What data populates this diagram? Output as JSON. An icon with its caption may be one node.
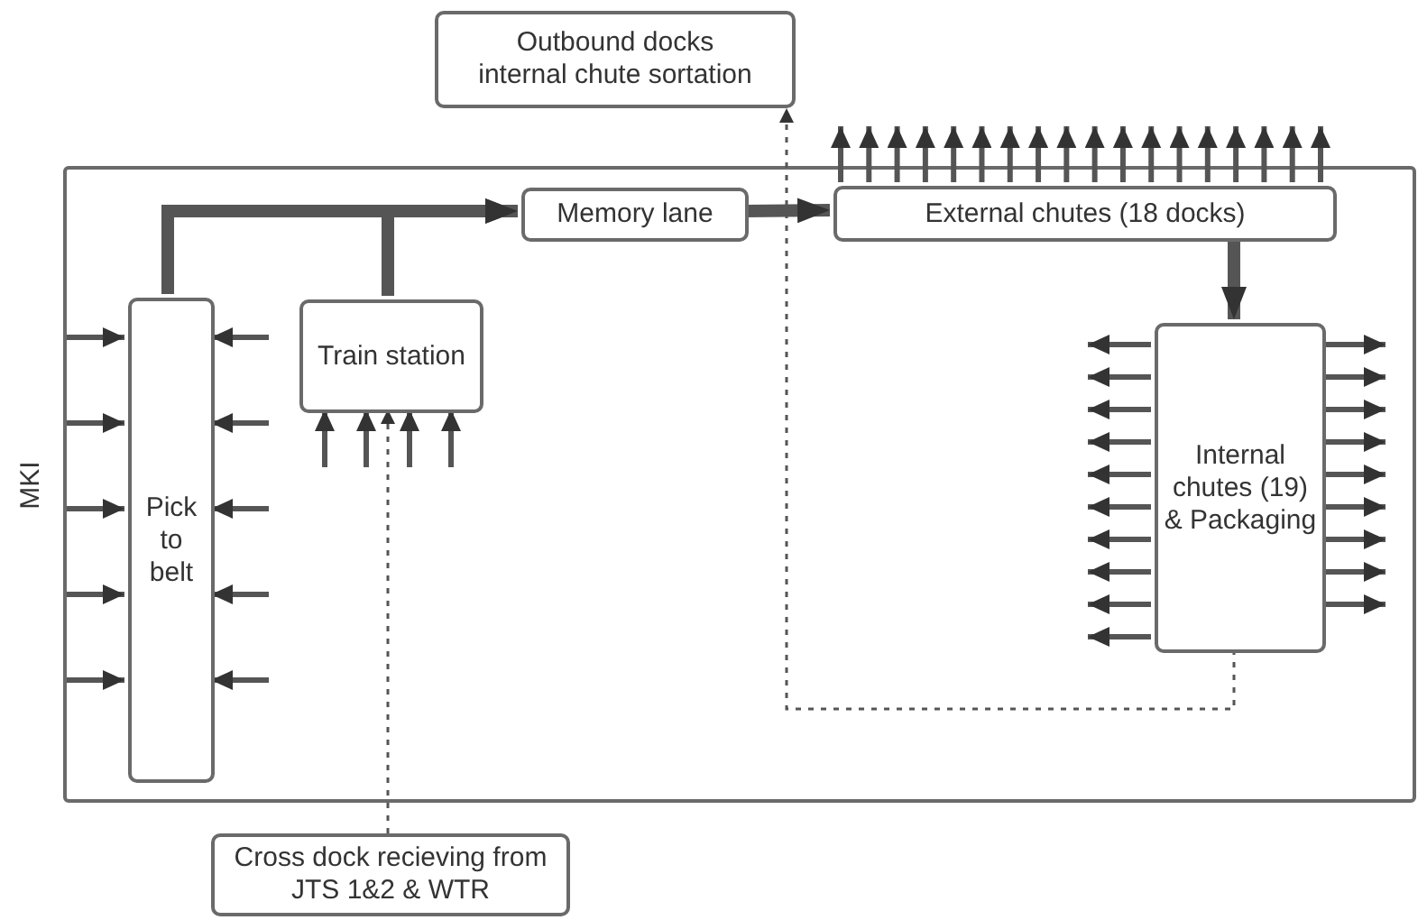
{
  "diagram": {
    "nodes": [
      {
        "text": [
          "MKI"
        ]
      },
      {
        "text": [
          "Memory lane"
        ],
        "in": 0
      },
      {
        "text": [
          "External chutes (18 docks)"
        ],
        "in": 0
      },
      {
        "text": [
          "Pick to belt"
        ],
        "in": 0
      },
      {
        "text": [
          "Train station"
        ],
        "in": 0
      },
      {
        "text": [
          "Internal chutes (19) & Packaging"
        ],
        "in": 0
      },
      {
        "text": [
          "Outbound docks internal chute sortation"
        ]
      },
      {
        "text": [
          "Cross dock recieving from JTS 1&2 & WTR"
        ]
      }
    ],
    "edges": [
      {
        "from": 3,
        "to": 1,
        "arrow": "to",
        "style": "thick"
      },
      {
        "from": 4,
        "to": 1,
        "arrow": "to",
        "style": "thick"
      },
      {
        "from": 1,
        "to": 2,
        "arrow": "to",
        "style": "thick"
      },
      {
        "from": 2,
        "to": 5,
        "arrow": "to",
        "style": "thick"
      },
      {
        "from": 7,
        "to": 4,
        "arrow": "to",
        "style": "dashed"
      },
      {
        "from": 5,
        "to": 6,
        "arrow": "to",
        "style": "dashed"
      },
      {
        "from": 2,
        "to": null,
        "arrow": "to"
      },
      {
        "from": 2,
        "to": null,
        "arrow": "to"
      },
      {
        "from": 2,
        "to": null,
        "arrow": "to"
      },
      {
        "from": 2,
        "to": null,
        "arrow": "to"
      },
      {
        "from": 2,
        "to": null,
        "arrow": "to"
      },
      {
        "from": 2,
        "to": null,
        "arrow": "to"
      },
      {
        "from": 2,
        "to": null,
        "arrow": "to"
      },
      {
        "from": 2,
        "to": null,
        "arrow": "to"
      },
      {
        "from": 2,
        "to": null,
        "arrow": "to"
      },
      {
        "from": 2,
        "to": null,
        "arrow": "to"
      },
      {
        "from": 2,
        "to": null,
        "arrow": "to"
      },
      {
        "from": 2,
        "to": null,
        "arrow": "to"
      },
      {
        "from": 2,
        "to": null,
        "arrow": "to"
      },
      {
        "from": 2,
        "to": null,
        "arrow": "to"
      },
      {
        "from": 2,
        "to": null,
        "arrow": "to"
      },
      {
        "from": 2,
        "to": null,
        "arrow": "to"
      },
      {
        "from": 2,
        "to": null,
        "arrow": "to"
      },
      {
        "from": 2,
        "to": null,
        "arrow": "to"
      },
      {
        "from": null,
        "to": 3,
        "arrow": "to"
      },
      {
        "from": null,
        "to": 3,
        "arrow": "to"
      },
      {
        "from": null,
        "to": 3,
        "arrow": "to"
      },
      {
        "from": null,
        "to": 3,
        "arrow": "to"
      },
      {
        "from": null,
        "to": 3,
        "arrow": "to"
      },
      {
        "from": null,
        "to": 3,
        "arrow": "to"
      },
      {
        "from": null,
        "to": 3,
        "arrow": "to"
      },
      {
        "from": null,
        "to": 3,
        "arrow": "to"
      },
      {
        "from": null,
        "to": 3,
        "arrow": "to"
      },
      {
        "from": null,
        "to": 3,
        "arrow": "to"
      },
      {
        "from": null,
        "to": 4,
        "arrow": "to"
      },
      {
        "from": null,
        "to": 4,
        "arrow": "to"
      },
      {
        "from": null,
        "to": 4,
        "arrow": "to"
      },
      {
        "from": null,
        "to": 4,
        "arrow": "to"
      },
      {
        "from": 5,
        "to": null,
        "arrow": "to"
      },
      {
        "from": 5,
        "to": null,
        "arrow": "to"
      },
      {
        "from": 5,
        "to": null,
        "arrow": "to"
      },
      {
        "from": 5,
        "to": null,
        "arrow": "to"
      },
      {
        "from": 5,
        "to": null,
        "arrow": "to"
      },
      {
        "from": 5,
        "to": null,
        "arrow": "to"
      },
      {
        "from": 5,
        "to": null,
        "arrow": "to"
      },
      {
        "from": 5,
        "to": null,
        "arrow": "to"
      },
      {
        "from": 5,
        "to": null,
        "arrow": "to"
      },
      {
        "from": 5,
        "to": null,
        "arrow": "to"
      },
      {
        "from": 5,
        "to": null,
        "arrow": "to"
      },
      {
        "from": 5,
        "to": null,
        "arrow": "to"
      },
      {
        "from": 5,
        "to": null,
        "arrow": "to"
      },
      {
        "from": 5,
        "to": null,
        "arrow": "to"
      },
      {
        "from": 5,
        "to": null,
        "arrow": "to"
      },
      {
        "from": 5,
        "to": null,
        "arrow": "to"
      },
      {
        "from": 5,
        "to": null,
        "arrow": "to"
      },
      {
        "from": 5,
        "to": null,
        "arrow": "to"
      },
      {
        "from": 5,
        "to": null,
        "arrow": "to"
      }
    ]
  }
}
